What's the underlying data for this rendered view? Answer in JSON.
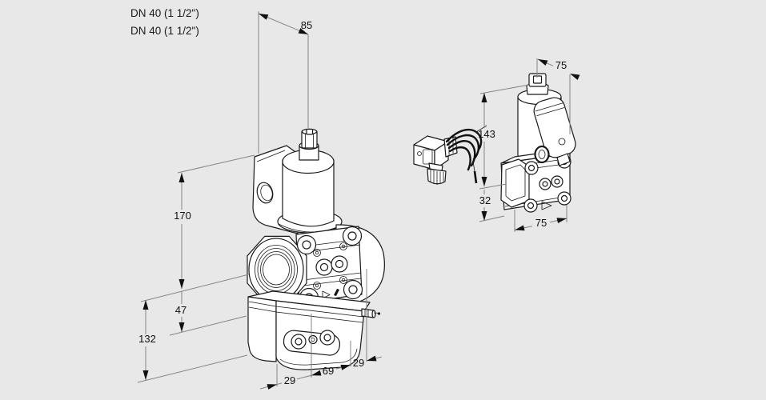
{
  "page": {
    "background": "#e8e8e8"
  },
  "drawing": {
    "connection_labels": {
      "line1": "DN 40 (1 1/2\")",
      "line2": "DN 40 (1 1/2\")"
    },
    "main_view": {
      "dim_top_width": "85",
      "dim_height_upper": "170",
      "dim_height_mid": "47",
      "dim_height_total": "132",
      "dim_bottom_left": "29",
      "dim_bottom_center": "69",
      "dim_bottom_right": "29"
    },
    "side_view": {
      "dim_top_width": "75",
      "dim_height_upper": "143",
      "dim_height_lower": "32",
      "dim_bottom_width": "75"
    },
    "colors": {
      "outline": "#1a1a1a",
      "dimension_line": "#858585",
      "label_text": "#111111",
      "background": "#e8e8e8"
    }
  }
}
